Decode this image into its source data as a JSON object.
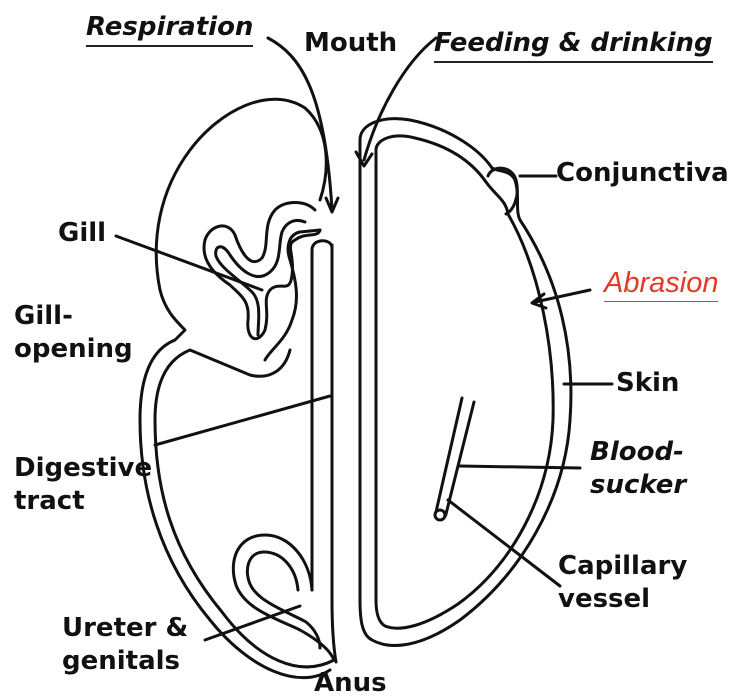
{
  "labels": {
    "respiration": "Respiration",
    "mouth": "Mouth",
    "feeding": "Feeding & drinking",
    "conjunctiva": "Conjunctiva",
    "gill": "Gill",
    "abrasion": "Abrasion",
    "gill_opening": "Gill-\nopening",
    "skin": "Skin",
    "bloodsucker": "Blood-\nsucker",
    "digestive": "Digestive\ntract",
    "capillary": "Capillary\nvessel",
    "ureter": "Ureter &\ngenitals",
    "anus": "Anus"
  },
  "colors": {
    "ink": "#111111",
    "highlight": "#e03a2a"
  }
}
